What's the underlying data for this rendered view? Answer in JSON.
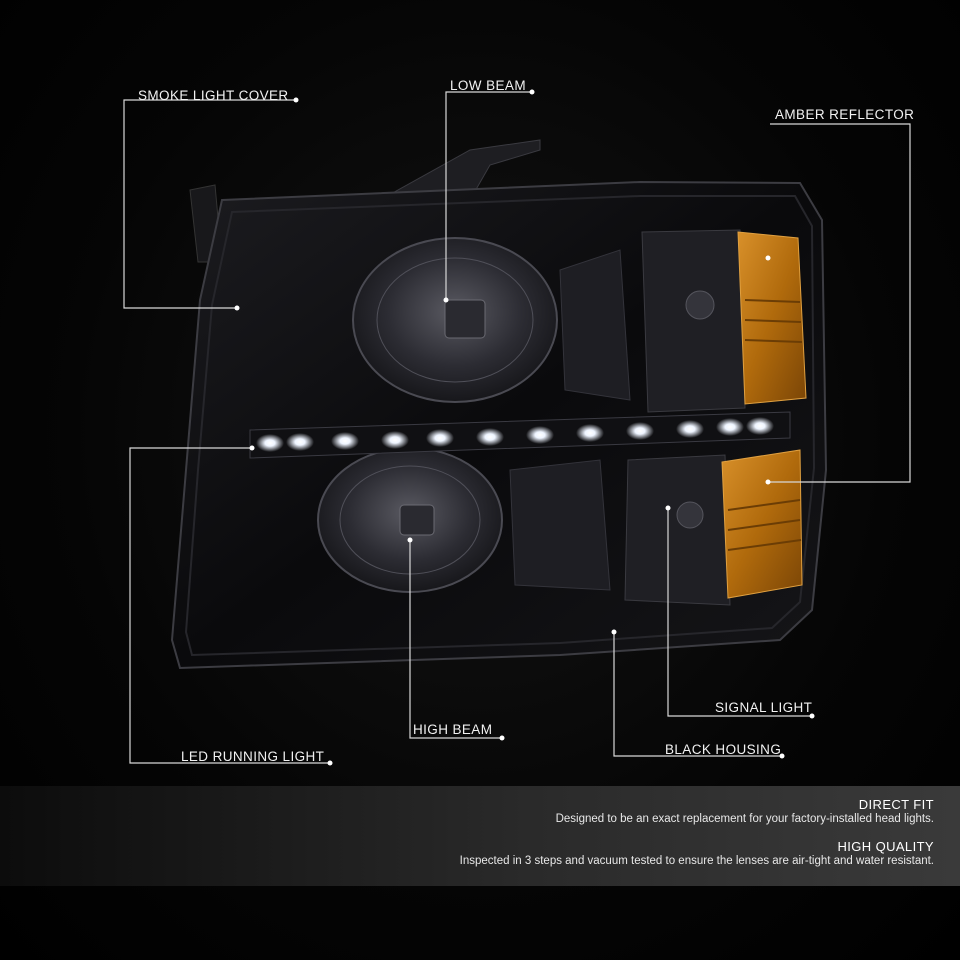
{
  "callouts": {
    "smoke_light_cover": "SMOKE LIGHT COVER",
    "low_beam": "LOW BEAM",
    "amber_reflector": "AMBER REFLECTOR",
    "led_running_light": "LED RUNNING LIGHT",
    "high_beam": "HIGH BEAM",
    "signal_light": "SIGNAL LIGHT",
    "black_housing": "BLACK HOUSING"
  },
  "features": [
    {
      "title": "DIRECT FIT",
      "description": "Designed to be an exact replacement for your factory-installed head lights."
    },
    {
      "title": "HIGH QUALITY",
      "description": "Inspected in 3 steps and vacuum tested to ensure the lenses are air-tight and water resistant."
    }
  ],
  "colors": {
    "background": "#000000",
    "housing": "#0d0d0f",
    "smoke_lens": "#2a2a30",
    "amber": "#c07a10",
    "led": "#ffffff",
    "footer_band": "#2a2a2a"
  }
}
